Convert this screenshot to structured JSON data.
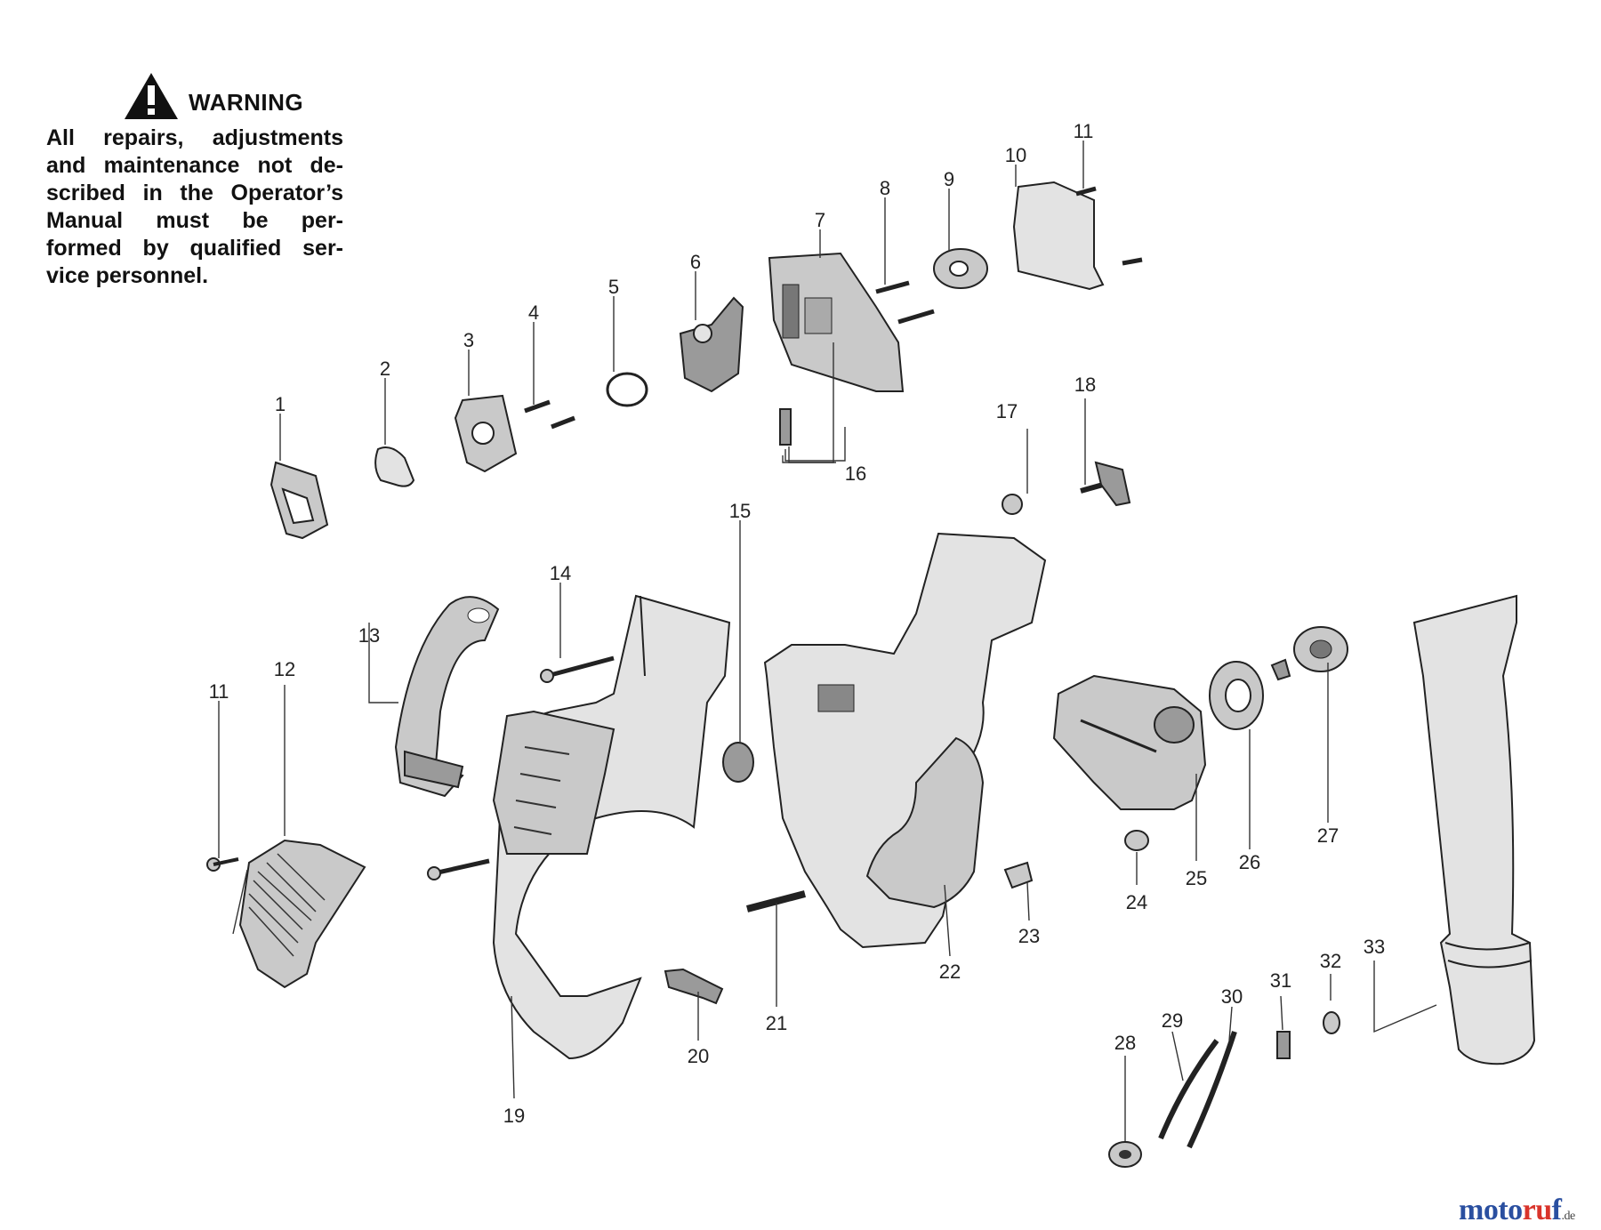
{
  "warning": {
    "title": "WARNING",
    "lines": [
      "All repairs, adjustments",
      "and maintenance not de-",
      "scribed in the Operator’s",
      "Manual must be per-",
      "formed by qualified ser-",
      "vice personnel."
    ]
  },
  "part_numbers": [
    "1",
    "2",
    "3",
    "4",
    "5",
    "6",
    "7",
    "8",
    "9",
    "10",
    "11",
    "11",
    "12",
    "13",
    "14",
    "15",
    "16",
    "17",
    "18",
    "19",
    "20",
    "21",
    "22",
    "23",
    "24",
    "25",
    "26",
    "27",
    "28",
    "29",
    "30",
    "31",
    "32",
    "33"
  ],
  "watermark": {
    "part_a": "moto",
    "part_b": "ru",
    "part_c": "f",
    "part_d": ".de"
  },
  "colors": {
    "line": "#222222",
    "fill": "#c9c9c9",
    "watermark_blue": "#2a4fa0",
    "watermark_red": "#d9342b"
  }
}
